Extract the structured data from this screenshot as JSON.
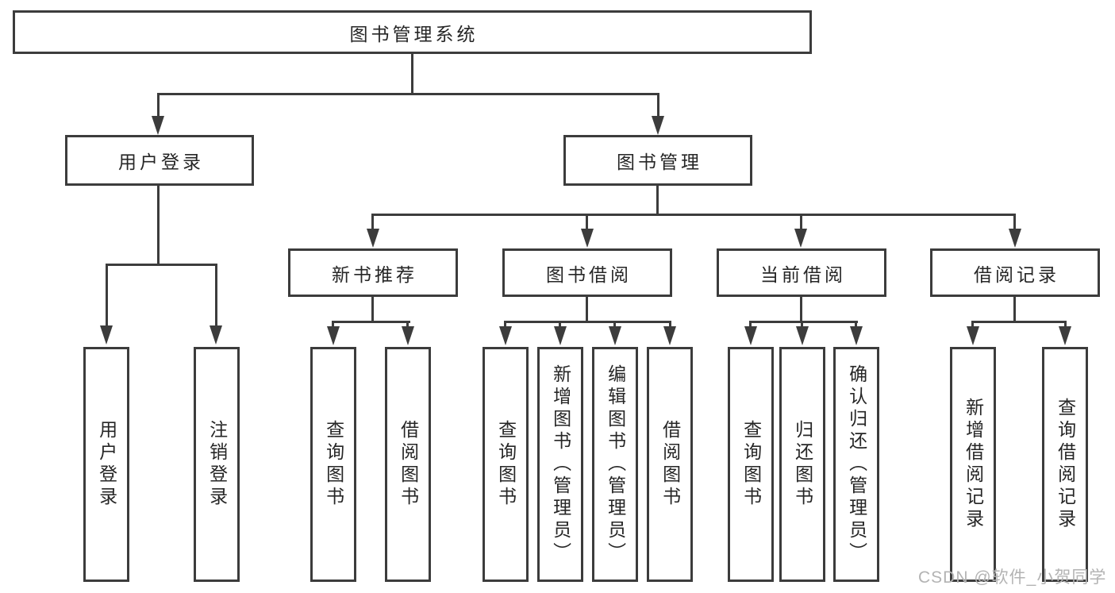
{
  "diagram": {
    "root": {
      "label": "图书管理系统"
    },
    "level2": [
      {
        "label": "用户登录"
      },
      {
        "label": "图书管理"
      }
    ],
    "level3": [
      {
        "label": "新书推荐"
      },
      {
        "label": "图书借阅"
      },
      {
        "label": "当前借阅"
      },
      {
        "label": "借阅记录"
      }
    ],
    "leaves": {
      "login": [
        {
          "label": "用户登录"
        },
        {
          "label": "注销登录"
        }
      ],
      "newbook": [
        {
          "label": "查询图书"
        },
        {
          "label": "借阅图书"
        }
      ],
      "borrow": [
        {
          "label": "查询图书"
        },
        {
          "label": "新增图书（管理员）"
        },
        {
          "label": "编辑图书（管理员）"
        },
        {
          "label": "借阅图书"
        }
      ],
      "current": [
        {
          "label": "查询图书"
        },
        {
          "label": "归还图书"
        },
        {
          "label": "确认归还（管理员）"
        }
      ],
      "records": [
        {
          "label": "新增借阅记录"
        },
        {
          "label": "查询借阅记录"
        }
      ]
    }
  },
  "watermark": {
    "text": "CSDN @软件_小贺同学"
  },
  "colors": {
    "line": "#3c3c3c",
    "text": "#262626",
    "watermark": "#b3b3b3",
    "background": "#ffffff"
  }
}
